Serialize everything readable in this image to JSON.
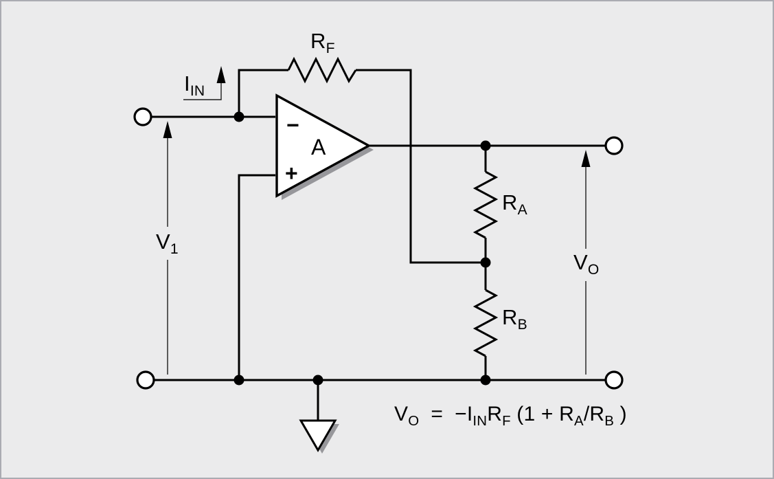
{
  "colors": {
    "background": "#ebebec",
    "frame_border": "#aaabb2",
    "line": "#000000",
    "shadow": "#97979b",
    "component_fill": "#ffffff"
  },
  "opamp": {
    "gain_label": "A",
    "inverting_label": "−",
    "noninverting_label": "+"
  },
  "labels": {
    "feedback_resistor": {
      "base": "R",
      "sub": "F"
    },
    "resistor_a": {
      "base": "R",
      "sub": "A"
    },
    "resistor_b": {
      "base": "R",
      "sub": "B"
    },
    "input_voltage": {
      "base": "V",
      "sub": "1"
    },
    "output_voltage": {
      "base": "V",
      "sub": "O"
    },
    "input_current": {
      "base": "I",
      "sub": "IN"
    }
  },
  "formula": {
    "segments": [
      {
        "t": "V"
      },
      {
        "sub": "O"
      },
      {
        "t": "  =  −I"
      },
      {
        "sub": "IN"
      },
      {
        "t": "R"
      },
      {
        "sub": "F"
      },
      {
        "t": " (1 + R"
      },
      {
        "sub": "A"
      },
      {
        "t": "/R"
      },
      {
        "sub": "B"
      },
      {
        "t": " )"
      }
    ]
  }
}
